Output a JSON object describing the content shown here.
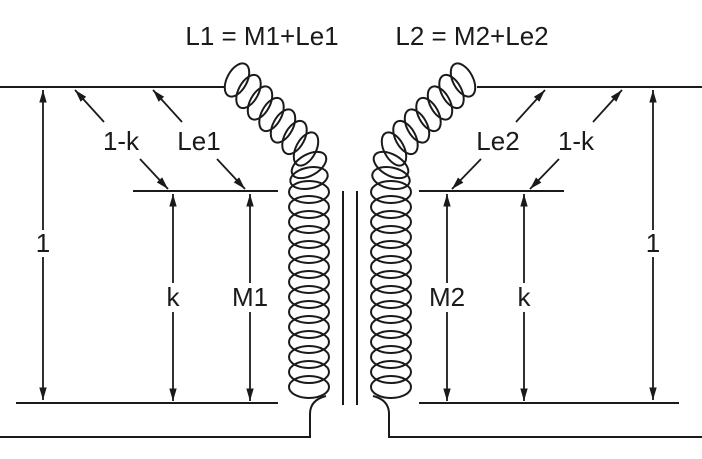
{
  "figure": {
    "equation_left": "L1 = M1+Le1",
    "equation_right": "L2 = M2+Le2",
    "dims": {
      "one_left": "1",
      "one_minus_k_left": "1-k",
      "le1": "Le1",
      "k_left": "k",
      "m1": "M1",
      "m2": "M2",
      "k_right": "k",
      "le2": "Le2",
      "one_minus_k_right": "1-k",
      "one_right": "1"
    },
    "colors": {
      "ink": "#1a1a1a",
      "background": "#ffffff"
    }
  }
}
